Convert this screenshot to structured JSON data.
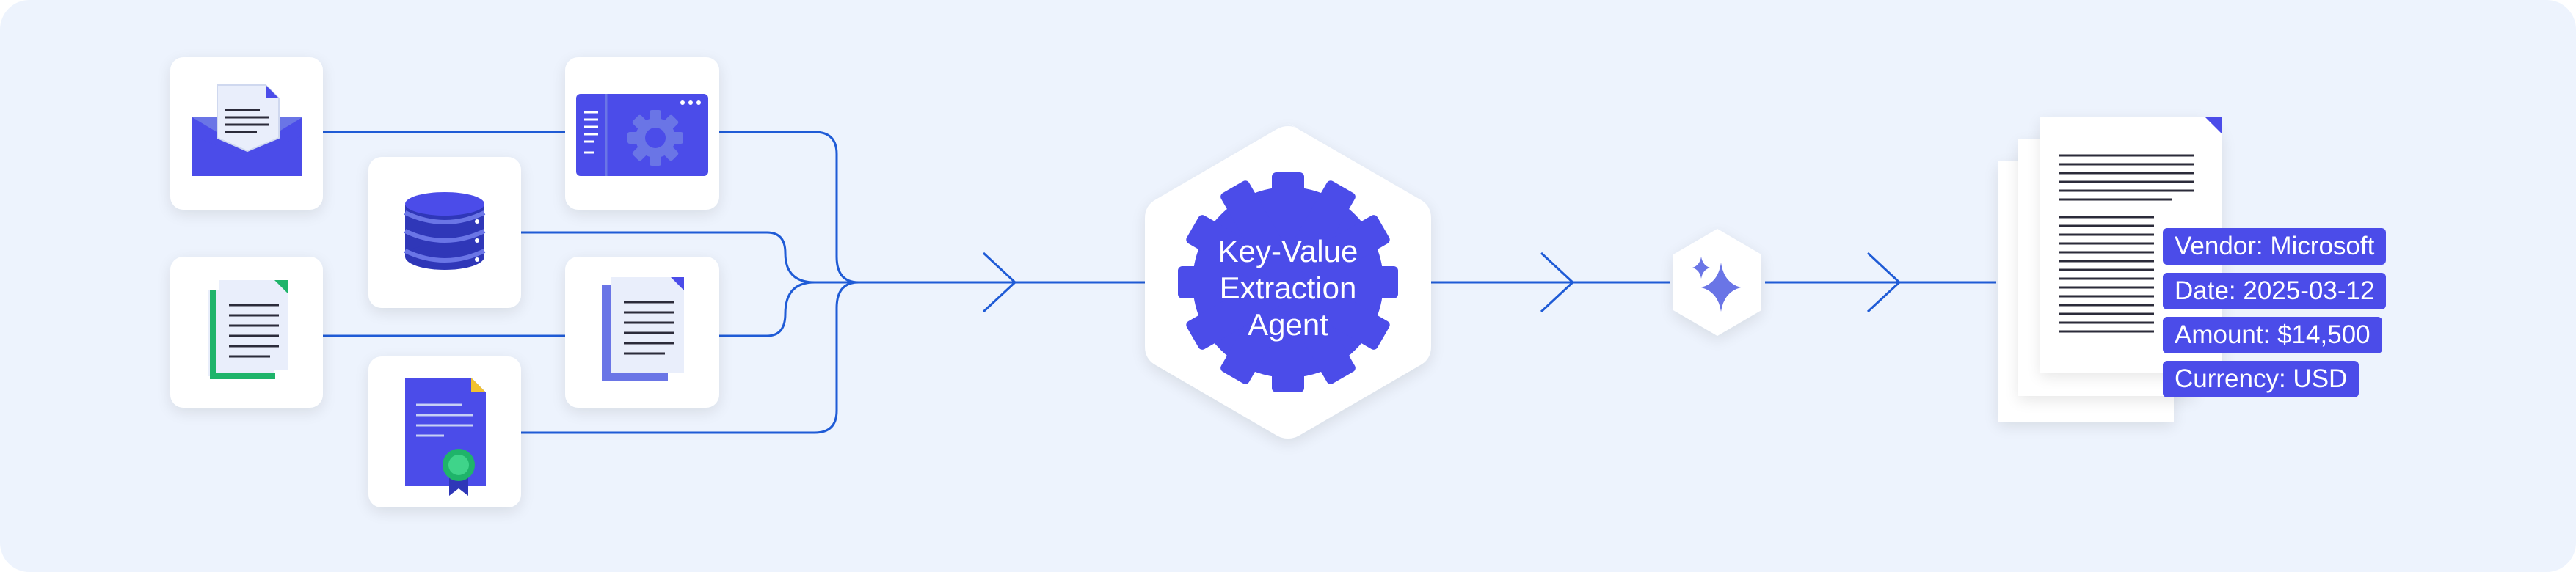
{
  "agent": {
    "lines": [
      "Key-Value",
      "Extraction",
      "Agent"
    ]
  },
  "extracted_fields": [
    {
      "text": "Vendor: Microsoft"
    },
    {
      "text": "Date: 2025-03-12"
    },
    {
      "text": "Amount: $14,500"
    },
    {
      "text": "Currency: USD"
    }
  ],
  "sources": [
    {
      "name": "email-source",
      "icon": "envelope-icon"
    },
    {
      "name": "database-source",
      "icon": "database-icon"
    },
    {
      "name": "web-app-source",
      "icon": "web-app-gear-icon"
    },
    {
      "name": "spreadsheet-source",
      "icon": "document-stack-green-icon"
    },
    {
      "name": "document-copy-source",
      "icon": "document-copy-icon"
    },
    {
      "name": "certificate-source",
      "icon": "certificate-icon"
    }
  ],
  "colors": {
    "background": "#edf3fd",
    "card": "#ffffff",
    "connector": "#1f5bd6",
    "accent": "#4b4ce9",
    "accent_light": "#6a75e6",
    "green": "#1fb46a",
    "gold": "#f2c230",
    "label_bg": "#4b4ce9",
    "text_lines": "#2b2b3a"
  }
}
